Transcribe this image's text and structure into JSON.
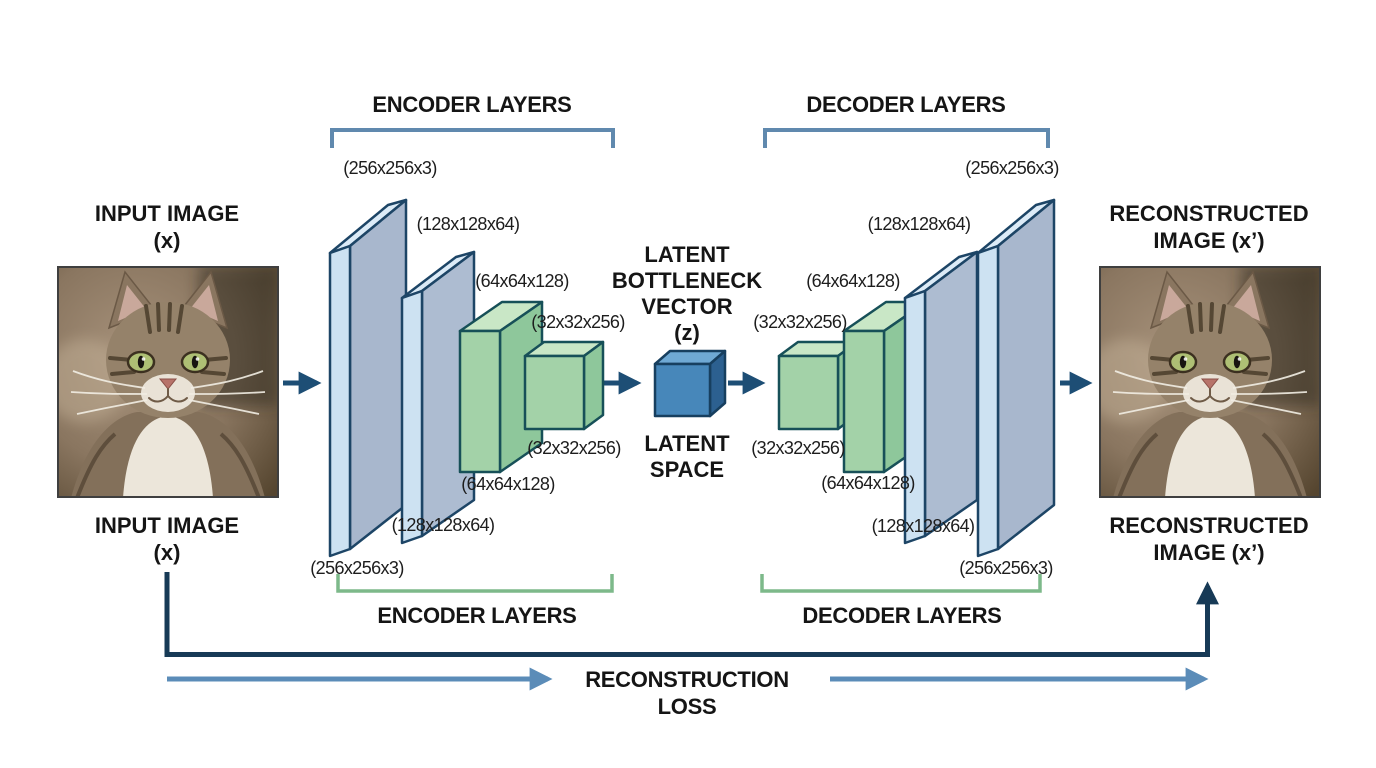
{
  "input": {
    "line1": "INPUT IMAGE",
    "line2": "(x)"
  },
  "output": {
    "line1": "RECONSTRUCTED",
    "line2": "IMAGE (x’)"
  },
  "encoder": {
    "title": "ENCODER LAYERS",
    "dims_top": [
      "(256x256x3)",
      "(128x128x64)",
      "(64x64x128)",
      "(32x32x256)"
    ],
    "dims_bottom": [
      "(32x32x256)",
      "(64x64x128)",
      "(128x128x64)",
      "(256x256x3)"
    ]
  },
  "decoder": {
    "title": "DECODER LAYERS",
    "dims_top": [
      "(32x32x256)",
      "(64x64x128)",
      "(128x128x64)",
      "(256x256x3)"
    ],
    "dims_bottom": [
      "(32x32x256)",
      "(64x64x128)",
      "(128x128x64)",
      "(256x256x3)"
    ]
  },
  "latent": {
    "line1": "LATENT",
    "line2": "BOTTLENECK",
    "line3": "VECTOR",
    "line4": "(z)",
    "space_line1": "LATENT",
    "space_line2": "SPACE"
  },
  "loss": {
    "label": "RECONSTRUCTION LOSS"
  },
  "colors": {
    "arrow_navy": "#1d4e75",
    "loss_line_dark": "#173a56",
    "loss_arrow_blue": "#5b8cb8",
    "bracket_blue": "#6089ae",
    "bracket_green": "#7db98a",
    "slab_face": "#a8b7cd",
    "slab_edge": "#cde2f2",
    "slab_top": "#dcebf7",
    "slab_outline": "#1d4566",
    "green_face": "#a3d2a8",
    "green_side": "#8ec79b",
    "green_top": "#c9e7c6",
    "green_outline": "#175058",
    "cube_front": "#4787ba",
    "cube_top": "#6fa9d4",
    "cube_side": "#2c6090",
    "text": "#151515",
    "background": "#ffffff"
  }
}
